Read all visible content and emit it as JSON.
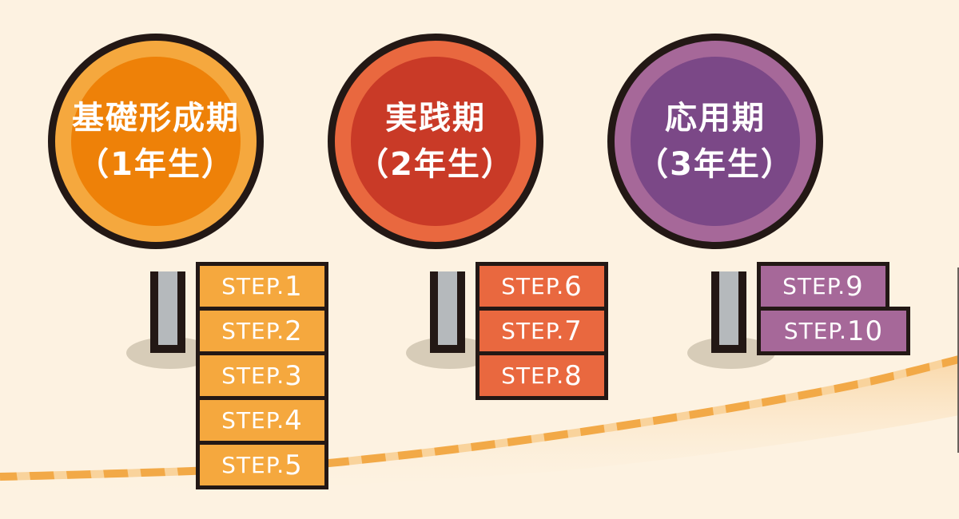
{
  "colors": {
    "background": "#fdf2e1",
    "outline": "#231815",
    "pole": "#b5b9bc",
    "shadow": "#d7ccb8",
    "rope": "#f2a947"
  },
  "stages": [
    {
      "title": "基礎形成期",
      "subtitle": "（1年生）",
      "outer_color": "#f5a83e",
      "inner_color": "#ee8108",
      "steps": [
        {
          "prefix": "STEP.",
          "num": "1"
        },
        {
          "prefix": "STEP.",
          "num": "2"
        },
        {
          "prefix": "STEP.",
          "num": "3"
        },
        {
          "prefix": "STEP.",
          "num": "4"
        },
        {
          "prefix": "STEP.",
          "num": "5"
        }
      ]
    },
    {
      "title": "実践期",
      "subtitle": "（2年生）",
      "outer_color": "#e9683f",
      "inner_color": "#c93a27",
      "steps": [
        {
          "prefix": "STEP.",
          "num": "6"
        },
        {
          "prefix": "STEP.",
          "num": "7"
        },
        {
          "prefix": "STEP.",
          "num": "8"
        }
      ]
    },
    {
      "title": "応用期",
      "subtitle": "（3年生）",
      "outer_color": "#a66899",
      "inner_color": "#7b4887",
      "steps": [
        {
          "prefix": "STEP.",
          "num": "9"
        },
        {
          "prefix": "STEP.",
          "num": "10"
        }
      ]
    }
  ]
}
